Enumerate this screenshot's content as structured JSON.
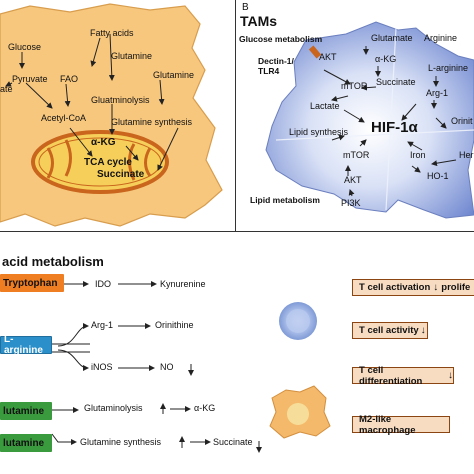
{
  "panel_a": {
    "labels": {
      "glucose": "Glucose",
      "fatty_acids": "Fatty acids",
      "glutamine_top": "Glutamine",
      "pyruvate": "Pyruvate",
      "fao": "FAO",
      "lactate": "ate",
      "glutamine_right": "Glutamine",
      "glutaminolysis": "Gluatminolysis",
      "acetyl_coa": "Acetyl-CoA",
      "glutamine_synthesis": "Glutamine synthesis",
      "akg": "α-KG",
      "tca": "TCA cycle",
      "succinate": "Succinate"
    }
  },
  "panel_b": {
    "letter": "B",
    "title": "TAMs",
    "labels": {
      "glucose_metabolism": "Glucose metabolism",
      "dectin_line1": "Dectin-1/",
      "dectin_line2": "TLR4",
      "akt_top": "AKT",
      "glutamate": "Glutamate",
      "akg": "α-KG",
      "arginine": "Arginine",
      "mtor_top": "mTOR",
      "succinate": "Succinate",
      "l_arginine": "L-arginine",
      "lactate": "Lactate",
      "arg1": "Arg-1",
      "orinithine": "Orinit",
      "lipid_synthesis": "Lipid synthesis",
      "hif": "HIF-1α",
      "mtor_bottom": "mTOR",
      "iron": "Iron",
      "heme": "Her",
      "ho1": "HO-1",
      "akt_bottom": "AKT",
      "lipid_metabolism": "Lipid metabolism",
      "pi3k": "PI3K"
    }
  },
  "panel_c": {
    "title": "acid metabolism",
    "inputs": {
      "tryptophan": "Tryptophan",
      "l_arginine": "L-arginine",
      "glutamine1": "lutamine",
      "glutamine2": "lutamine"
    },
    "labels": {
      "ido": "IDO",
      "kynurenine": "Kynurenine",
      "arg1": "Arg-1",
      "orinithine": "Orinithine",
      "inos": "iNOS",
      "no": "NO",
      "glutaminolysis": "Glutaminolysis",
      "akg": "α-KG",
      "glutamine_synthesis": "Glutamine synthesis",
      "succinate": "Succinate"
    },
    "outcomes": {
      "activation": "T cell activation",
      "activation_cut": "prolife",
      "activity": "T cell activity",
      "differentiation": "T cell differentiation",
      "m2": "M2-like macrophage"
    }
  },
  "colors": {
    "cell_fill": "#f7c77e",
    "mito_fill": "#f6cf5a",
    "mito_edge": "#c9651c",
    "tryptophan": "#ef7d22",
    "arginine": "#2b8fc9",
    "glutamine": "#3a9a3e",
    "tam_blue": "#7088d0"
  }
}
